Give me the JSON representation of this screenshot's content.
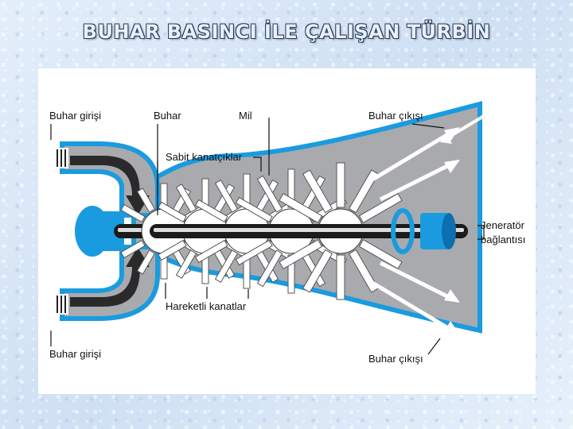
{
  "page": {
    "title": "BUHAR BASINCI İLE ÇALIŞAN TÜRBİN"
  },
  "diagram": {
    "labels": {
      "steam_inlet_top": "Buhar girişi",
      "steam": "Buhar",
      "shaft": "Mil",
      "steam_outlet_top": "Buhar çıkışı",
      "fixed_blades": "Sabit kanatçıklar",
      "generator_line1": "Jeneratör",
      "generator_line2": "bağlantısı",
      "moving_blades": "Hareketli kanatlar",
      "steam_inlet_bottom": "Buhar girişi",
      "steam_outlet_bottom": "Buhar çıkışı"
    },
    "colors": {
      "casing_fill": "#a9aaad",
      "casing_edge": "#1a9be0",
      "dark_arrow": "#2a2a2a",
      "light_arrow": "#ffffff",
      "shaft": "#1b1b1b"
    }
  }
}
